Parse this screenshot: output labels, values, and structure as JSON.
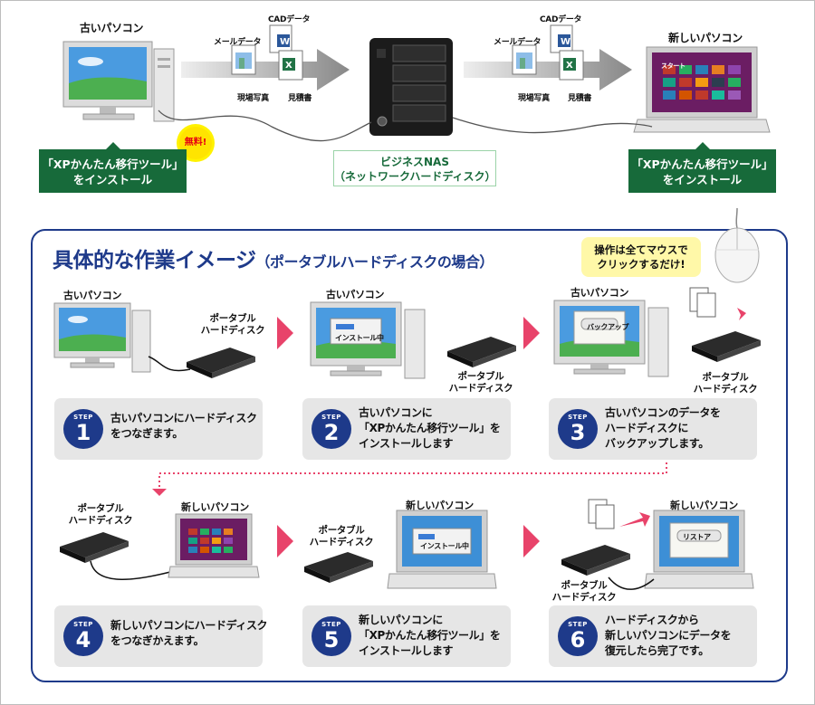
{
  "top": {
    "old_pc_label": "古いパソコン",
    "new_pc_label": "新しいパソコン",
    "file_labels": {
      "cad": "CADデータ",
      "mail": "メールデータ",
      "photo": "現場写真",
      "estimate": "見積書"
    },
    "free_badge": "無料!",
    "install_left": [
      "「XPかんたん移行ツール」",
      "をインストール"
    ],
    "install_right": [
      "「XPかんたん移行ツール」",
      "をインストール"
    ],
    "nas": [
      "ビジネスNAS",
      "（ネットワークハードディスク）"
    ],
    "start_label": "スタート"
  },
  "section": {
    "title": "具体的な作業イメージ",
    "subtitle": "（ポータブルハードディスクの場合）",
    "note": [
      "操作は全てマウスで",
      "クリックするだけ!"
    ]
  },
  "labels": {
    "old_pc": "古いパソコン",
    "new_pc": "新しいパソコン",
    "portable_hdd": [
      "ポータブル",
      "ハードディスク"
    ],
    "installing": "インストール中",
    "backup": "バックアップ",
    "restore": "リストア"
  },
  "steps": [
    {
      "tag": "STEP",
      "num": "1",
      "lines": [
        "古いパソコンにハードディスク",
        "をつなぎます。"
      ]
    },
    {
      "tag": "STEP",
      "num": "2",
      "lines": [
        "古いパソコンに",
        "「XPかんたん移行ツール」を",
        "インストールします"
      ]
    },
    {
      "tag": "STEP",
      "num": "3",
      "lines": [
        "古いパソコンのデータを",
        "ハードディスクに",
        "バックアップします。"
      ]
    },
    {
      "tag": "STEP",
      "num": "4",
      "lines": [
        "新しいパソコンにハードディスク",
        "をつなぎかえます。"
      ]
    },
    {
      "tag": "STEP",
      "num": "5",
      "lines": [
        "新しいパソコンに",
        "「XPかんたん移行ツール」を",
        "インストールします"
      ]
    },
    {
      "tag": "STEP",
      "num": "6",
      "lines": [
        "ハードディスクから",
        "新しいパソコンにデータを",
        "復元したら完了です。"
      ]
    }
  ],
  "colors": {
    "navy": "#1e3a8a",
    "green": "#176a3a",
    "arrow_pink": "#e8436a",
    "step_bg": "#e6e6e6",
    "note_bg": "#fff8a8"
  }
}
